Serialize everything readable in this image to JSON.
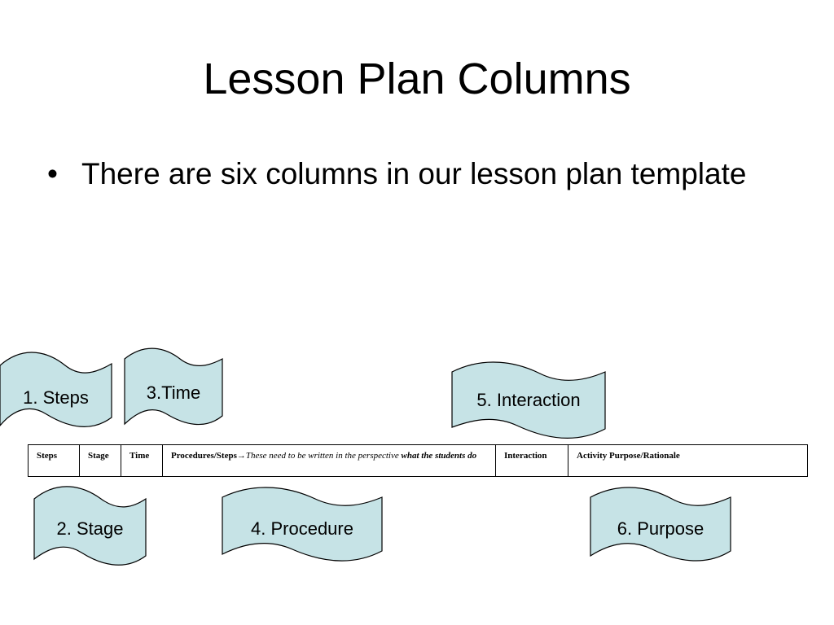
{
  "slide": {
    "title": "Lesson Plan Columns",
    "bullets": [
      "There are six columns in our lesson plan template"
    ]
  },
  "callouts": [
    {
      "id": "steps",
      "label": "1. Steps"
    },
    {
      "id": "time",
      "label": "3.Time"
    },
    {
      "id": "interaction",
      "label": "5. Interaction"
    },
    {
      "id": "stage",
      "label": "2. Stage"
    },
    {
      "id": "procedure",
      "label": "4. Procedure"
    },
    {
      "id": "purpose",
      "label": "6. Purpose"
    }
  ],
  "table": {
    "columns": {
      "steps": "Steps",
      "stage": "Stage",
      "time": "Time",
      "procedures": "Procedures/Steps",
      "procedures_arrow": "→",
      "procedures_note": "These need to be written in the perspective ",
      "procedures_note_bold": "what the students do",
      "interaction": "Interaction",
      "purpose": "Activity Purpose/Rationale"
    }
  },
  "colors": {
    "flag_fill": "#c6e3e6",
    "flag_stroke": "#000000"
  }
}
